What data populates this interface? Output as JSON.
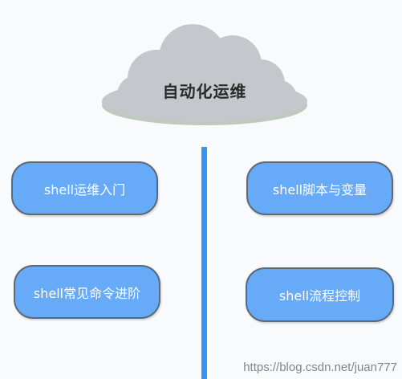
{
  "diagram": {
    "title": "自动化运维",
    "nodes": [
      {
        "id": "node-1",
        "label": "shell运维入门"
      },
      {
        "id": "node-2",
        "label": "shell脚本与变量"
      },
      {
        "id": "node-3",
        "label": "shell常见命令进阶"
      },
      {
        "id": "node-4",
        "label": "shell流程控制"
      }
    ]
  },
  "watermark": "https://blog.csdn.net/juan777",
  "colors": {
    "background": "#f9fafb",
    "cloud_fill": "#c4c8cc",
    "cloud_shadow": "#8fa08a",
    "pill_fill": "#66aaf8",
    "pill_border": "#5a6a7c",
    "divider": "#3a95f2"
  }
}
